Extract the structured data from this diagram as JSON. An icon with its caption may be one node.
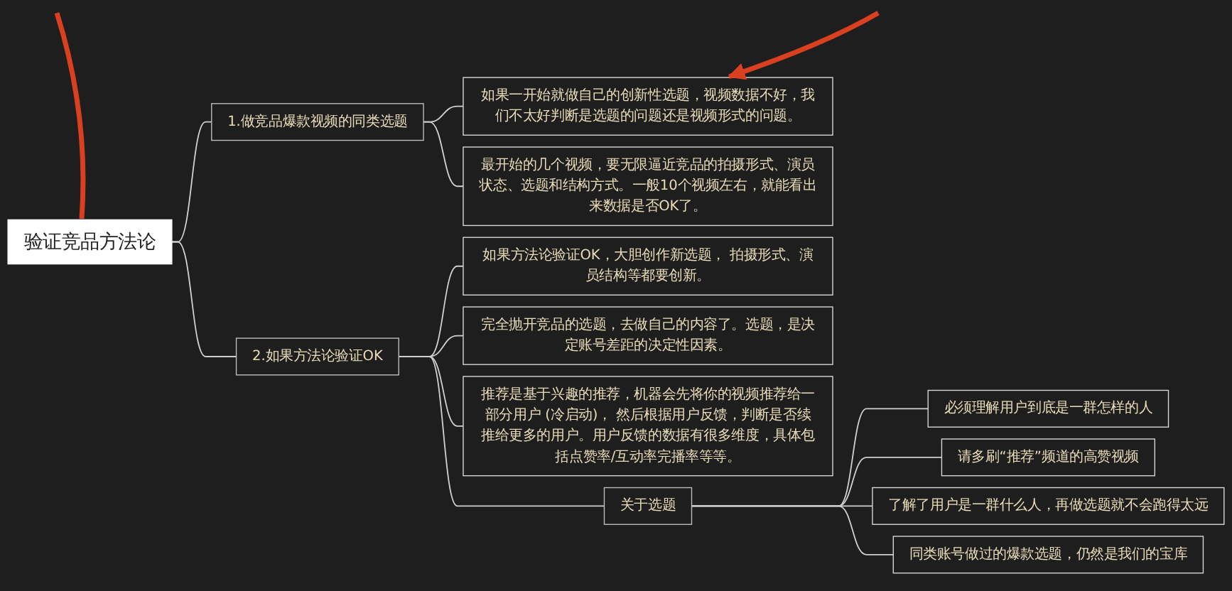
{
  "diagram": {
    "nodes": [
      {
        "text": [
          "验证竞品方法论"
        ]
      },
      {
        "text": [
          "1.做竞品爆款视频的同类选题"
        ]
      },
      {
        "text": [
          "如果一开始就做自己的创新性选题，视频数据不好，我们不太好判断是选题的问题还是视频形式的问题。"
        ]
      },
      {
        "text": [
          "最开始的几个视频，要无限逼近竞品的拍摄形式、演员状态、选题和结构方式。一般10个视频左右，就能看出来数据是否OK了。"
        ]
      },
      {
        "text": [
          "2.如果方法论验证OK"
        ]
      },
      {
        "text": [
          "如果方法论验证OK，大胆创作新选题， 拍摄形式、演员结构等都要创新。"
        ]
      },
      {
        "text": [
          "完全抛开竞品的选题，去做自己的内容了。选题，是决定账号差距的决定性因素。"
        ]
      },
      {
        "text": [
          "推荐是基于兴趣的推荐，机器会先将你的视频推荐给一部分用户 (冷启动)， 然后根据用户反馈，判断是否续推给更多的用户。用户反馈的数据有很多维度，具体包括点赞率/互动率完播率等等。"
        ]
      },
      {
        "text": [
          "关于选题"
        ]
      },
      {
        "text": [
          "必须理解用户到底是一群怎样的人"
        ]
      },
      {
        "text": [
          "请多刷“推荐”频道的高赞视频"
        ]
      },
      {
        "text": [
          "了解了用户是一群什么人，再做选题就不会跑得太远"
        ]
      },
      {
        "text": [
          "同类账号做过的爆款选题，仍然是我们的宝库"
        ]
      }
    ],
    "edges": [
      {
        "from": 0,
        "to": 1,
        "arrow": "none"
      },
      {
        "from": 1,
        "to": 2,
        "arrow": "none"
      },
      {
        "from": 1,
        "to": 3,
        "arrow": "none"
      },
      {
        "from": 0,
        "to": 4,
        "arrow": "none"
      },
      {
        "from": 4,
        "to": 5,
        "arrow": "none"
      },
      {
        "from": 4,
        "to": 6,
        "arrow": "none"
      },
      {
        "from": 4,
        "to": 7,
        "arrow": "none"
      },
      {
        "from": 4,
        "to": 8,
        "arrow": "none"
      },
      {
        "from": 8,
        "to": 9,
        "arrow": "none"
      },
      {
        "from": 8,
        "to": 10,
        "arrow": "none"
      },
      {
        "from": 8,
        "to": 11,
        "arrow": "none"
      },
      {
        "from": 8,
        "to": 12,
        "arrow": "none"
      },
      {
        "from": null,
        "to": 0,
        "arrow": "none",
        "style": "thick",
        "color": "#d8401f"
      },
      {
        "from": null,
        "to": 2,
        "arrow": "to",
        "style": "thick",
        "color": "#d8401f"
      }
    ]
  }
}
